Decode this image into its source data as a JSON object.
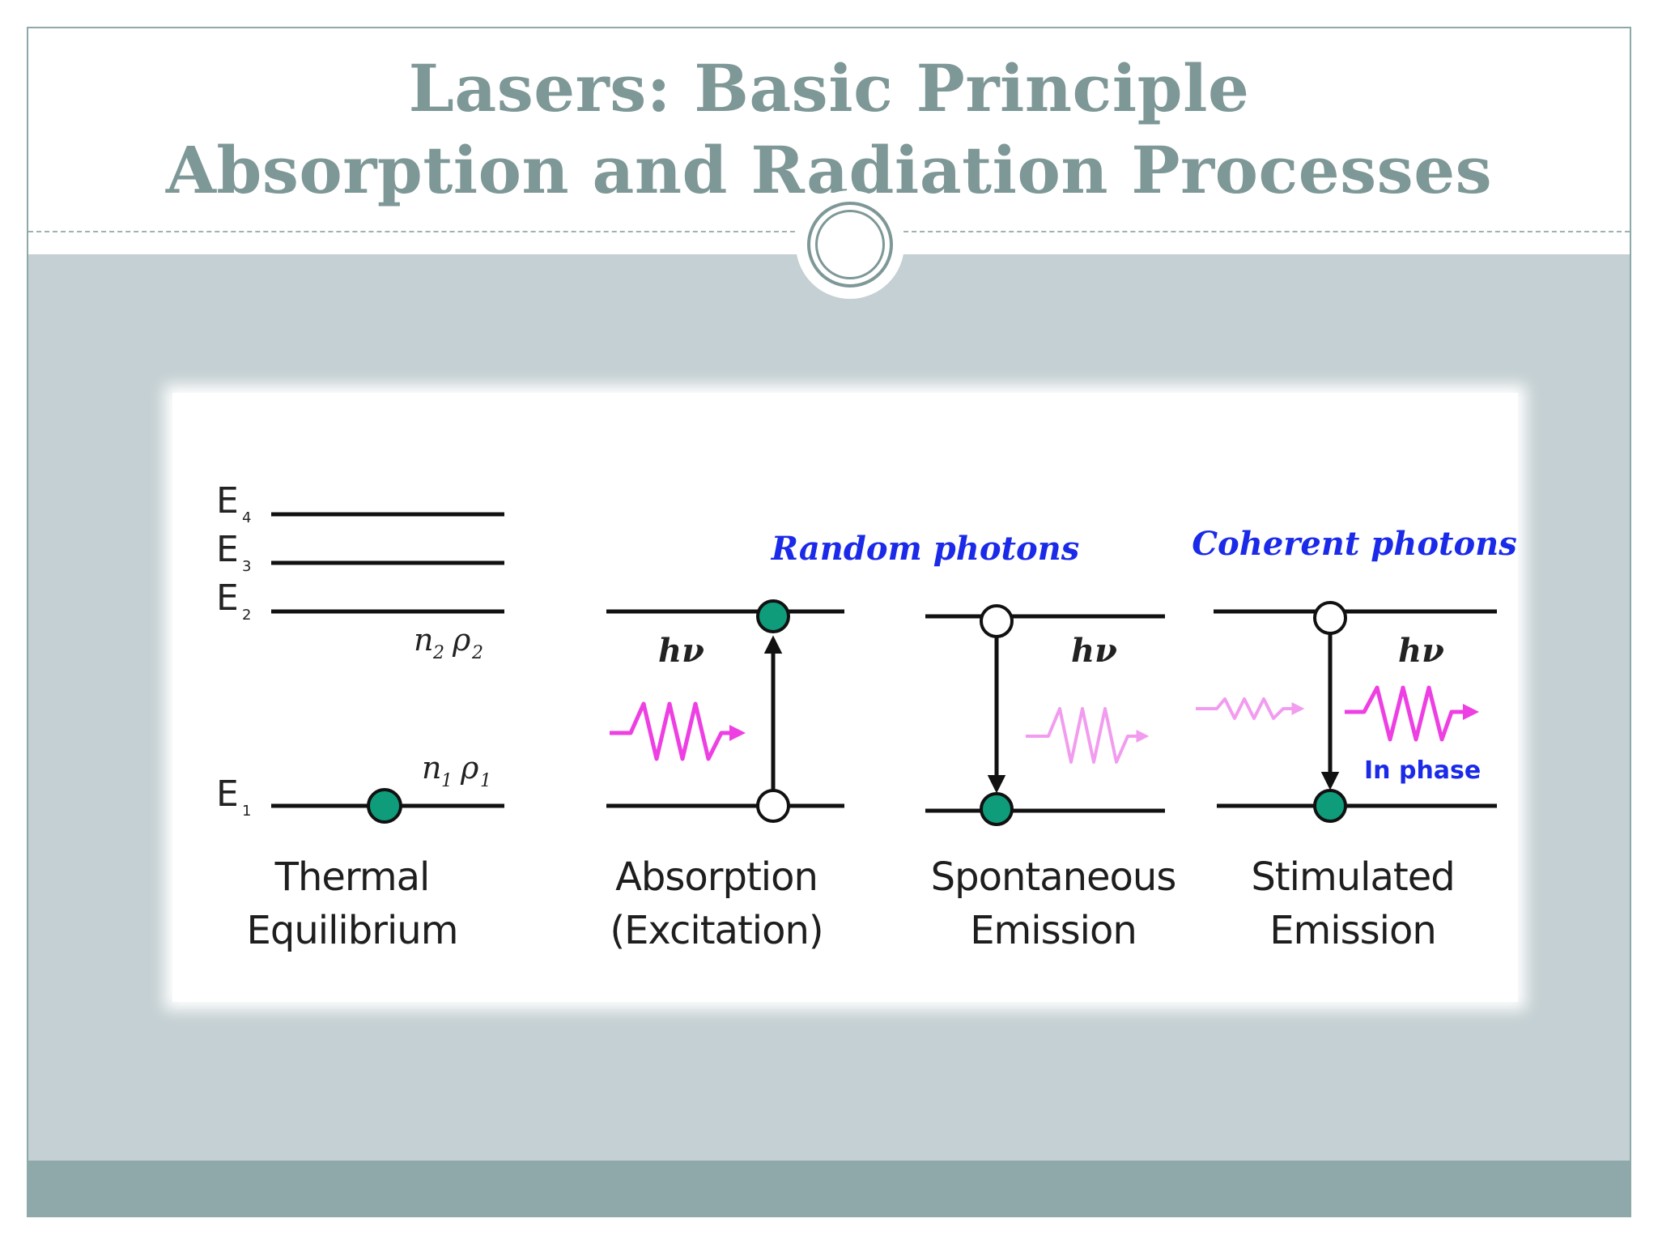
{
  "slide": {
    "title_line1": "Lasers: Basic Principle",
    "title_line2": "Absorption and Radiation Processes"
  },
  "diagram": {
    "energy_levels": {
      "E4": {
        "letter": "E",
        "index": "4"
      },
      "E3": {
        "letter": "E",
        "index": "3"
      },
      "E2": {
        "letter": "E",
        "index": "2"
      },
      "E1": {
        "letter": "E",
        "index": "1"
      }
    },
    "population_upper": {
      "n": "n",
      "n_sub": "2",
      "rho": "ρ",
      "rho_sub": "2"
    },
    "population_lower": {
      "n": "n",
      "n_sub": "1",
      "rho": "ρ",
      "rho_sub": "1"
    },
    "photon_energy": "hν",
    "random_photons": "Random photons",
    "coherent_photons": "Coherent photons",
    "in_phase": "In phase",
    "panels": [
      {
        "line1": "Thermal",
        "line2": "Equilibrium"
      },
      {
        "line1": "Absorption",
        "line2": "(Excitation)"
      },
      {
        "line1": "Spontaneous",
        "line2": "Emission"
      },
      {
        "line1": "Stimulated",
        "line2": "Emission"
      }
    ],
    "colors": {
      "atom_filled": "#0e9c7a",
      "atom_empty": "#ffffff",
      "photon_wave": "#ee3fe3",
      "photon_wave_faint": "#f29cf0",
      "label_blue": "#1a2ae8"
    }
  },
  "theme": {
    "title_color": "#7e9797",
    "content_background": "#c4d0d3",
    "footer_color": "#8fa9ab"
  }
}
